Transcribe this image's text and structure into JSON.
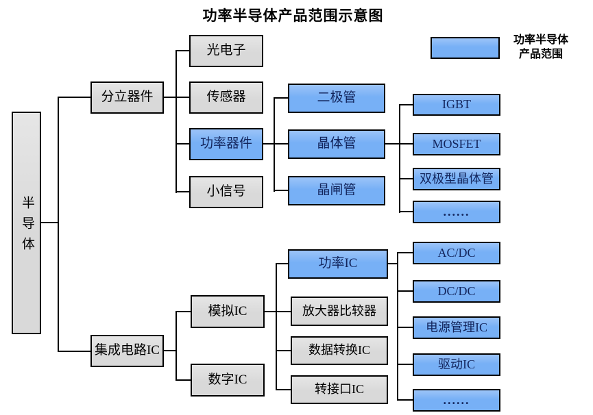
{
  "title": "功率半导体产品范围示意图",
  "legend": {
    "line1": "功率半导体",
    "line2": "产品范围"
  },
  "colors": {
    "highlight_fill": "#77B0F6",
    "plain_fill": "#D9D9D9",
    "highlight_text": "#13255C",
    "line_color": "#000000",
    "background": "#FFFFFF"
  },
  "nodes": {
    "semiconductor": {
      "label": "半导体",
      "highlighted": false
    },
    "discrete": {
      "label": "分立器件",
      "highlighted": false
    },
    "integrated_circuit": {
      "label": "集成电路IC",
      "highlighted": false
    },
    "optoelectronics": {
      "label": "光电子",
      "highlighted": false
    },
    "sensor": {
      "label": "传感器",
      "highlighted": false
    },
    "power_device": {
      "label": "功率器件",
      "highlighted": true
    },
    "small_signal": {
      "label": "小信号",
      "highlighted": false
    },
    "diode": {
      "label": "二极管",
      "highlighted": true
    },
    "transistor": {
      "label": "晶体管",
      "highlighted": true
    },
    "thyristor": {
      "label": "晶闸管",
      "highlighted": true
    },
    "igbt": {
      "label": "IGBT",
      "highlighted": true
    },
    "mosfet": {
      "label": "MOSFET",
      "highlighted": true
    },
    "bipolar_transistor": {
      "label": "双极型晶体管",
      "highlighted": true
    },
    "more_discrete": {
      "label": "......",
      "highlighted": true
    },
    "analog_ic": {
      "label": "模拟IC",
      "highlighted": false
    },
    "digital_ic": {
      "label": "数字IC",
      "highlighted": false
    },
    "power_ic": {
      "label": "功率IC",
      "highlighted": true
    },
    "amplifier_comparator": {
      "label": "放大器比较器",
      "highlighted": false
    },
    "data_conversion_ic": {
      "label": "数据转换IC",
      "highlighted": false
    },
    "interface_ic": {
      "label": "转接口IC",
      "highlighted": false
    },
    "ac_dc": {
      "label": "AC/DC",
      "highlighted": true
    },
    "dc_dc": {
      "label": "DC/DC",
      "highlighted": true
    },
    "power_management_ic": {
      "label": "电源管理IC",
      "highlighted": true
    },
    "driver_ic": {
      "label": "驱动IC",
      "highlighted": true
    },
    "more_power_ic": {
      "label": "......",
      "highlighted": true
    }
  },
  "hierarchy": {
    "semiconductor": {
      "discrete": {
        "optoelectronics": {},
        "sensor": {},
        "power_device": {
          "diode": {},
          "transistor": {
            "igbt": {},
            "mosfet": {},
            "bipolar_transistor": {},
            "more_discrete": {}
          },
          "thyristor": {}
        },
        "small_signal": {}
      },
      "integrated_circuit": {
        "analog_ic": {
          "power_ic": {
            "ac_dc": {},
            "dc_dc": {},
            "power_management_ic": {},
            "driver_ic": {},
            "more_power_ic": {}
          },
          "amplifier_comparator": {},
          "data_conversion_ic": {},
          "interface_ic": {}
        },
        "digital_ic": {}
      }
    }
  }
}
